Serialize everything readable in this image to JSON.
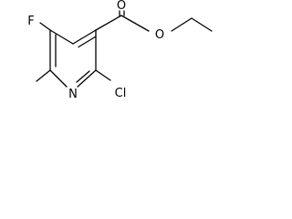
{
  "molecule": {
    "atoms": {
      "fluorine": "F",
      "nitrogen": "N",
      "chlorine": "Cl",
      "carbonyl_oxygen": "O",
      "ester_oxygen": "O"
    }
  }
}
